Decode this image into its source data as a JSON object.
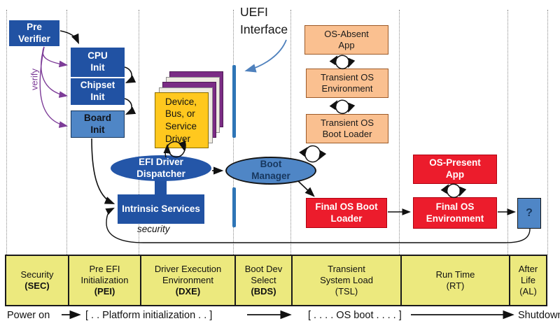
{
  "header": {
    "uefi_interface": "UEFI\nInterface"
  },
  "boxes": {
    "pre_verifier": "Pre\nVerifier",
    "cpu_init": "CPU\nInit",
    "chipset_init": "Chipset\nInit",
    "board_init": "Board\nInit",
    "driver": "Device,\nBus, or\nService\nDriver",
    "efi_driver_dispatcher": "EFI Driver\nDispatcher",
    "intrinsic_services": "Intrinsic Services",
    "boot_manager": "Boot\nManager",
    "os_absent_app": "OS-Absent\nApp",
    "transient_os_environment": "Transient OS\nEnvironment",
    "transient_os_boot_loader": "Transient OS\nBoot Loader",
    "final_os_boot_loader": "Final OS Boot\nLoader",
    "os_present_app": "OS-Present\nApp",
    "final_os_environment": "Final OS\nEnvironment",
    "question": "?"
  },
  "annotations": {
    "verify": "verify",
    "security": "security"
  },
  "phases": [
    {
      "line1": "Security",
      "line2": "",
      "acronym": "(SEC)"
    },
    {
      "line1": "Pre EFI",
      "line2": "Initialization",
      "acronym": "(PEI)"
    },
    {
      "line1": "Driver Execution",
      "line2": "Environment",
      "acronym": "(DXE)"
    },
    {
      "line1": "Boot Dev",
      "line2": "Select",
      "acronym": "(BDS)"
    },
    {
      "line1": "Transient",
      "line2": "System Load",
      "acronym": "(TSL)"
    },
    {
      "line1": "Run Time",
      "line2": "",
      "acronym": "(RT)"
    },
    {
      "line1": "After",
      "line2": "Life",
      "acronym": "(AL)"
    }
  ],
  "timeline": {
    "power_on": "Power on",
    "platform_initialization": "[ . . Platform initialization . . ]",
    "os_boot": "[ . . . . OS boot . . . . ]",
    "shutdown": "Shutdown"
  },
  "colors": {
    "dark_blue": "#2152A3",
    "medium_blue": "#4F86C6",
    "interface_bar_blue": "#2E75B6",
    "driver_yellow": "#FFC81E",
    "stack_purple": "#7B2C85",
    "orange": "#FAC090",
    "red": "#EC1C2C",
    "band_yellow": "#ECE97E",
    "verify_purple": "#7D3C98",
    "uefi_arrow_blue": "#4F81BD"
  }
}
